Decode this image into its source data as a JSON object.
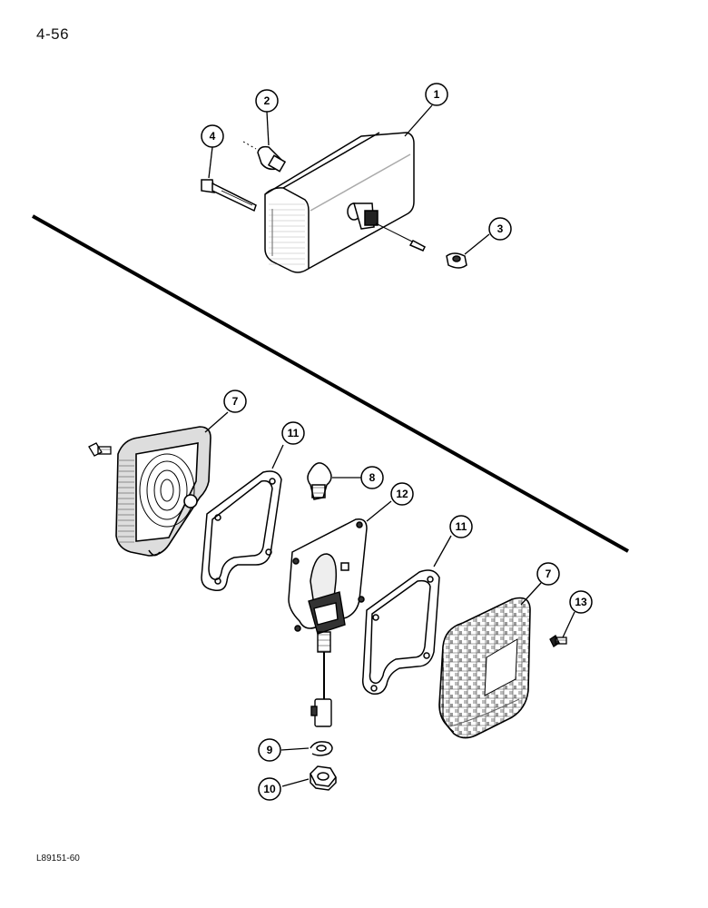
{
  "page_number": "4-56",
  "figure_code": "L89151-60",
  "callouts": {
    "c1": "1",
    "c2": "2",
    "c3": "3",
    "c4": "4",
    "c7a": "7",
    "c7b": "7",
    "c8": "8",
    "c9": "9",
    "c10": "10",
    "c11a": "11",
    "c11b": "11",
    "c12": "12",
    "c13": "13"
  }
}
